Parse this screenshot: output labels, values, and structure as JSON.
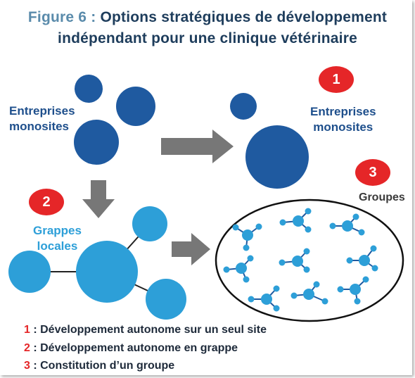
{
  "title": {
    "figure": "Figure 6 :",
    "line1": "Options stratégiques de développement",
    "line2": "indépendant pour une clinique vétérinaire"
  },
  "labels": {
    "monosites_left_1": "Entreprises",
    "monosites_left_2": "monosites",
    "monosites_right_1": "Entreprises",
    "monosites_right_2": "monosites",
    "grappes_1": "Grappes",
    "grappes_2": "locales",
    "groupes": "Groupes"
  },
  "badges": [
    "1",
    "2",
    "3"
  ],
  "legend": [
    {
      "num": "1",
      "text": " : Développement autonome sur un seul site"
    },
    {
      "num": "2",
      "text": " : Développement autonome en grappe"
    },
    {
      "num": "3",
      "text": " : Constitution d’un groupe"
    }
  ],
  "colors": {
    "navy_circle": "#1f5aa0",
    "sky_circle": "#2d9fd8",
    "badge_red": "#e52628",
    "arrow_grey": "#777777",
    "title": "#1e3d5c",
    "figure_label": "#5a8bab"
  }
}
